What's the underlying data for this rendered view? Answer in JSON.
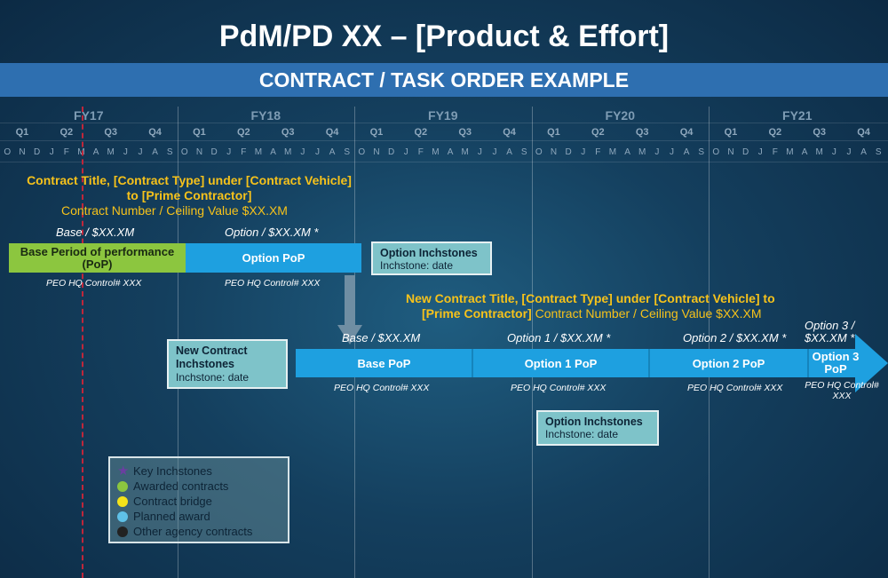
{
  "header": {
    "title": "PdM/PD XX – [Product & Effort]",
    "subtitle": "CONTRACT / TASK ORDER EXAMPLE"
  },
  "timeline": {
    "fiscal_years": [
      "FY17",
      "FY18",
      "FY19",
      "FY20",
      "FY21"
    ],
    "quarters": [
      "Q1",
      "Q2",
      "Q3",
      "Q4"
    ],
    "months": [
      "O",
      "N",
      "D",
      "J",
      "F",
      "M",
      "A",
      "M",
      "J",
      "J",
      "A",
      "S"
    ]
  },
  "contract1": {
    "title_line1": "Contract Title, [Contract Type] under [Contract Vehicle]",
    "title_line2": "to [Prime Contractor]",
    "number_line": "Contract Number / Ceiling Value $XX.XM",
    "base_label": "Base /  $XX.XM",
    "option_label": "Option / $XX.XM *",
    "base_bar": "Base Period of performance (PoP)",
    "option_bar": "Option PoP",
    "base_control": "PEO HQ Control# XXX",
    "option_control": "PEO HQ Control# XXX",
    "inchstones_title": "Option Inchstones",
    "inchstones_text": "Inchstone: date"
  },
  "contract2": {
    "title_line1": "New Contract Title, [Contract Type] under [Contract Vehicle] to",
    "title_line2_bold": "[Prime Contractor]",
    "title_line2_rest": " Contract Number / Ceiling Value $XX.XM",
    "base_label": "Base /  $XX.XM",
    "option1_label": "Option 1 / $XX.XM *",
    "option2_label": "Option 2 /  $XX.XM *",
    "option3_label_l1": "Option 3 /",
    "option3_label_l2": "$XX.XM *",
    "base_bar": "Base PoP",
    "option1_bar": "Option 1 PoP",
    "option2_bar": "Option 2 PoP",
    "option3_bar": "Option 3 PoP",
    "base_control": "PEO HQ Control# XXX",
    "option1_control": "PEO HQ Control# XXX",
    "option2_control": "PEO HQ Control# XXX",
    "option3_control": "PEO HQ Control# XXX",
    "new_inchstones_title": "New Contract Inchstones",
    "new_inchstones_text": "Inchstone: date",
    "option_inchstones_title": "Option Inchstones",
    "option_inchstones_text": "Inchstone: date"
  },
  "legend": {
    "items": [
      {
        "label": "Key Inchstones",
        "marker": "star-icon",
        "color": "#6a3fa0"
      },
      {
        "label": "Awarded contracts",
        "marker": "dot",
        "color": "#8cc63f"
      },
      {
        "label": "Contract bridge",
        "marker": "dot",
        "color": "#f4e31a"
      },
      {
        "label": "Planned award",
        "marker": "dot",
        "color": "#5fc1e8"
      },
      {
        "label": "Other agency contracts",
        "marker": "dot",
        "color": "#222222"
      }
    ]
  },
  "colors": {
    "awarded": "#8cc63f",
    "planned": "#1ea0e0",
    "title_yellow": "#f6c21b",
    "header_bar": "#2e6fb0"
  }
}
